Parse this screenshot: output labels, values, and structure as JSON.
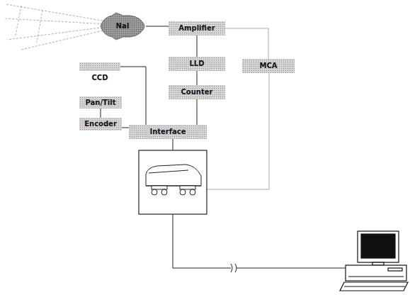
{
  "diagram": {
    "nodes": [
      {
        "text": [
          "NaI"
        ]
      },
      {
        "text": [
          "Amplifier"
        ]
      },
      {
        "text": [
          "CCD"
        ]
      },
      {
        "text": [
          "LLD"
        ]
      },
      {
        "text": [
          "MCA"
        ]
      },
      {
        "text": [
          "Pan/Tilt"
        ]
      },
      {
        "text": [
          "Counter"
        ]
      },
      {
        "text": [
          "Encoder"
        ]
      },
      {
        "text": [
          "Interface"
        ]
      }
    ],
    "edges": [
      {
        "from": 0,
        "to": 1,
        "arrow": "none"
      },
      {
        "from": 1,
        "to": 3,
        "arrow": "none"
      },
      {
        "from": 3,
        "to": 6,
        "arrow": "none"
      },
      {
        "from": 1,
        "to": 4,
        "arrow": "none"
      },
      {
        "from": 6,
        "to": 8,
        "arrow": "none"
      },
      {
        "from": 2,
        "to": 8,
        "arrow": "none"
      },
      {
        "from": 5,
        "to": 7,
        "arrow": "none"
      },
      {
        "from": 7,
        "to": 8,
        "arrow": "none"
      }
    ]
  }
}
